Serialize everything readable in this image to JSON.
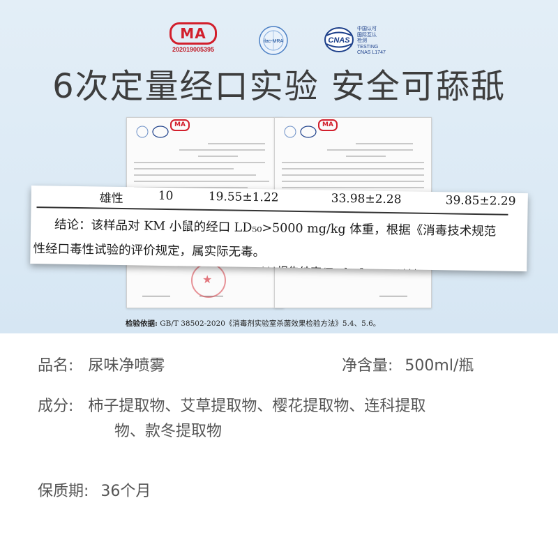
{
  "certifications": {
    "cma_label": "MA",
    "cma_number": "202019005395",
    "ilac_label": "ilac-MRA",
    "cnas_label": "CNAS",
    "cnas_lines": [
      "中国认可",
      "国际互认",
      "检测",
      "TESTING",
      "CNAS L1747"
    ]
  },
  "headline": "6次定量经口实验 安全可舔舐",
  "report_zoom": {
    "row": [
      "雄性",
      "10",
      "19.55±1.22",
      "33.98±2.28",
      "39.85±2.29"
    ],
    "conclusion_line1": "结论：该样品对 KM 小鼠的经口 LD₅₀>5000 mg/kg 体重，根据《消毒技术规范",
    "conclusion_line2": "性经口毒性试验的评价规定，属实际无毒。",
    "end_note": "***报告结束/End of report***"
  },
  "test_basis": {
    "label": "检验依据:",
    "text": "GB/T 38502-2020《消毒剂实验室杀菌效果检验方法》5.4、5.6。"
  },
  "product": {
    "name_label": "品名:",
    "name_value": "尿味净喷雾",
    "net_label": "净含量:",
    "net_value": "500ml/瓶",
    "ingredients_label": "成分:",
    "ingredients_line1": "柿子提取物、艾草提取物、樱花提取物、连科提取",
    "ingredients_line2": "物、款冬提取物",
    "shelf_label": "保质期:",
    "shelf_value": "36个月"
  }
}
